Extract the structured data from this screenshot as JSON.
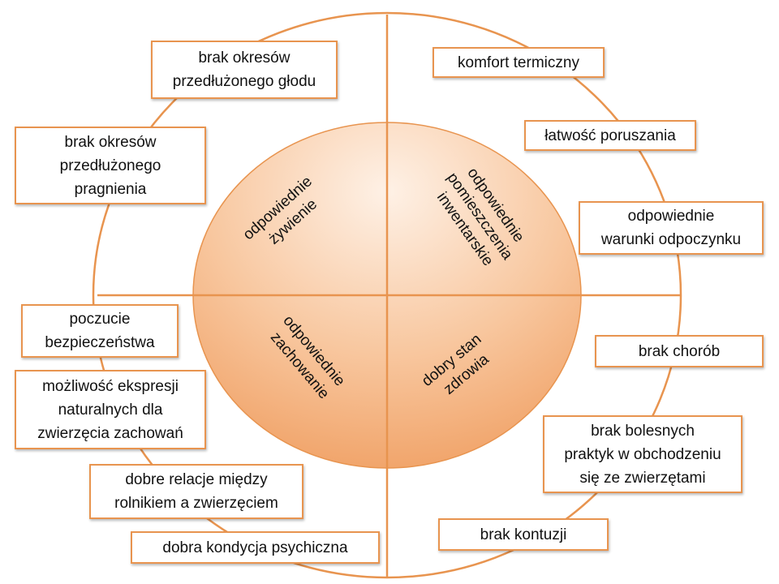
{
  "colors": {
    "accent": "#e8944f",
    "ellipse_light": "#fde8d6",
    "ellipse_dark": "#f3a56a",
    "text": "#111111"
  },
  "quadrants": {
    "top_left": {
      "line1": "odpowiednie",
      "line2": "żywienie"
    },
    "top_right": {
      "line1": "odpowiednie",
      "line2": "pomieszczenia",
      "line3": "inwentarskie"
    },
    "bottom_left": {
      "line1": "odpowiednie",
      "line2": "zachowanie"
    },
    "bottom_right": {
      "line1": "dobry stan",
      "line2": "zdrowia"
    }
  },
  "boxes": {
    "brak_glodu": "brak okresów\nprzedłużonego głodu",
    "brak_pragnienia": "brak okresów\nprzedłużonego\npragnienia",
    "komfort_termiczny": "komfort termiczny",
    "latwosc_poruszania": "łatwość poruszania",
    "warunki_odpoczynku": "odpowiednie\nwarunki odpoczynku",
    "poczucie_bezpieczenstwa": "poczucie\nbezpieczeństwa",
    "ekspresja": "możliwość ekspresji\nnaturalnych dla\nzwierzęcia zachowań",
    "relacje": "dobre relacje między\nrolnikiem  a zwierzęciem",
    "kondycja_psychiczna": "dobra kondycja psychiczna",
    "brak_chorob": "brak chorób",
    "brak_bolesnych_praktyk": "brak  bolesnych\npraktyk w obchodzeniu\nsię ze zwierzętami",
    "brak_kontuzji": "brak kontuzji"
  }
}
